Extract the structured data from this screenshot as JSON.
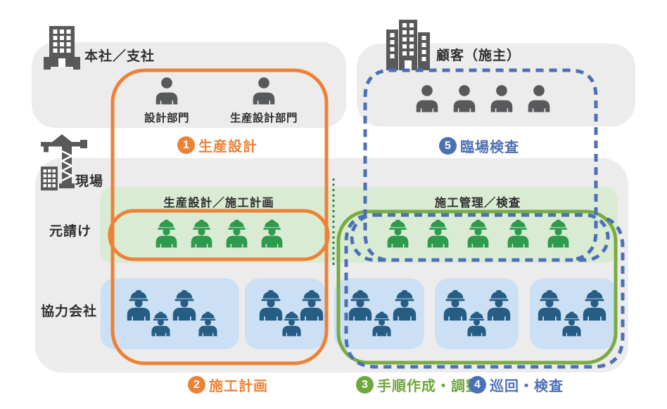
{
  "zones": {
    "head_office": {
      "label": "本社／支社"
    },
    "client": {
      "label": "顧客（施主）"
    },
    "site": {
      "label": "現場"
    }
  },
  "departments": {
    "design": "設計部門",
    "production_design": "生産設計部門"
  },
  "site_rows": {
    "prime": "元請け",
    "partners": "協力会社"
  },
  "band_headers": {
    "left": "生産設計／施工計画",
    "right": "施工管理／検査"
  },
  "steps": [
    {
      "num": "1",
      "label": "生産設計",
      "color": "#ED8136"
    },
    {
      "num": "2",
      "label": "施工計画",
      "color": "#ED8136"
    },
    {
      "num": "3",
      "label": "手順作成・調整",
      "color": "#6FA83C"
    },
    {
      "num": "4",
      "label": "巡回・検査",
      "color": "#4C70B6"
    },
    {
      "num": "5",
      "label": "臨場検査",
      "color": "#4C70B6"
    }
  ],
  "colors": {
    "orange": "#ED8136",
    "green_line": "#78AC42",
    "blue": "#4C70B6",
    "green_step": "#6FA83C",
    "divider_green": "#2E7B4D",
    "zone_gray": "#ECECEC",
    "band_green": "#DAEBD4",
    "box_blue": "#CBE0F4",
    "worker_green": "#2E9B4C",
    "worker_blue": "#265D85",
    "icon_gray": "#58595B"
  }
}
